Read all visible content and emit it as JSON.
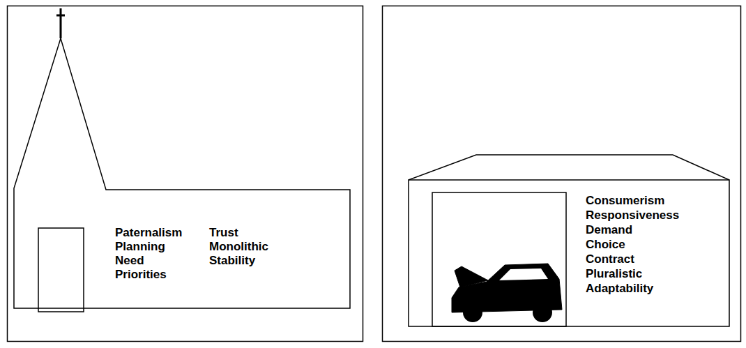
{
  "diagram": {
    "nodes": [
      {
        "text": [
          "Paternalism",
          "Planning",
          "Need",
          "Priorities",
          "Trust",
          "Monolithic",
          "Stability"
        ]
      },
      {
        "text": [
          "Consumerism",
          "Responsiveness",
          "Demand",
          "Choice",
          "Contract",
          "Pluralistic",
          "Adaptability"
        ]
      }
    ]
  }
}
